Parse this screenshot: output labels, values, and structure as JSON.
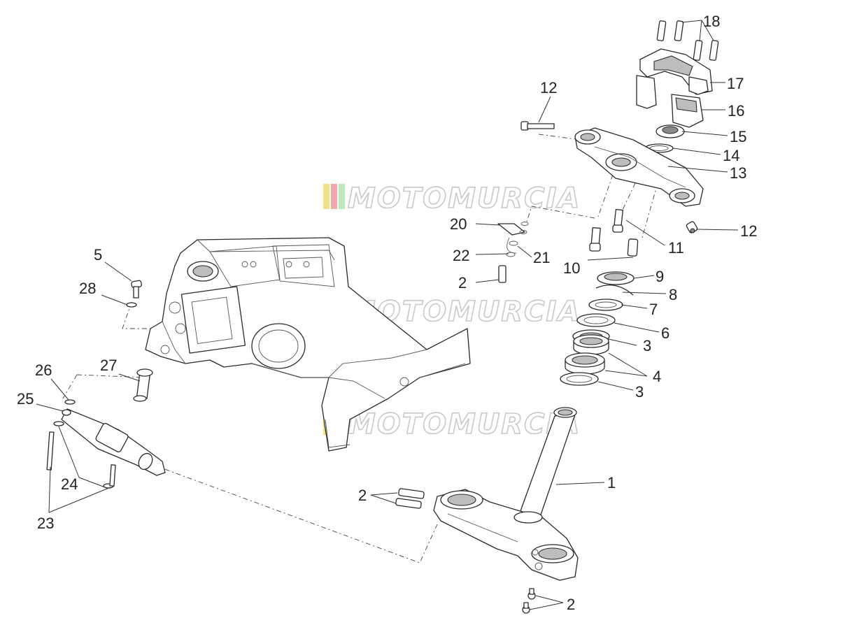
{
  "diagram": {
    "callouts": [
      {
        "id": "c1",
        "label": "1"
      },
      {
        "id": "c2a",
        "label": "2"
      },
      {
        "id": "c2b",
        "label": "2"
      },
      {
        "id": "c2c",
        "label": "2"
      },
      {
        "id": "c3a",
        "label": "3"
      },
      {
        "id": "c3b",
        "label": "3"
      },
      {
        "id": "c4",
        "label": "4"
      },
      {
        "id": "c5",
        "label": "5"
      },
      {
        "id": "c6",
        "label": "6"
      },
      {
        "id": "c7",
        "label": "7"
      },
      {
        "id": "c8",
        "label": "8"
      },
      {
        "id": "c9",
        "label": "9"
      },
      {
        "id": "c10",
        "label": "10"
      },
      {
        "id": "c11",
        "label": "11"
      },
      {
        "id": "c12a",
        "label": "12"
      },
      {
        "id": "c12b",
        "label": "12"
      },
      {
        "id": "c13",
        "label": "13"
      },
      {
        "id": "c14",
        "label": "14"
      },
      {
        "id": "c15",
        "label": "15"
      },
      {
        "id": "c16",
        "label": "16"
      },
      {
        "id": "c17",
        "label": "17"
      },
      {
        "id": "c18",
        "label": "18"
      },
      {
        "id": "c20",
        "label": "20"
      },
      {
        "id": "c21",
        "label": "21"
      },
      {
        "id": "c22",
        "label": "22"
      },
      {
        "id": "c23",
        "label": "23"
      },
      {
        "id": "c24",
        "label": "24"
      },
      {
        "id": "c25",
        "label": "25"
      },
      {
        "id": "c26",
        "label": "26"
      },
      {
        "id": "c27",
        "label": "27"
      },
      {
        "id": "c28",
        "label": "28"
      }
    ],
    "watermark": {
      "text": "MOTOMURCIA",
      "stripe_colors": [
        "#f3e08a",
        "#f6a7a7",
        "#bfe6c0"
      ]
    }
  }
}
